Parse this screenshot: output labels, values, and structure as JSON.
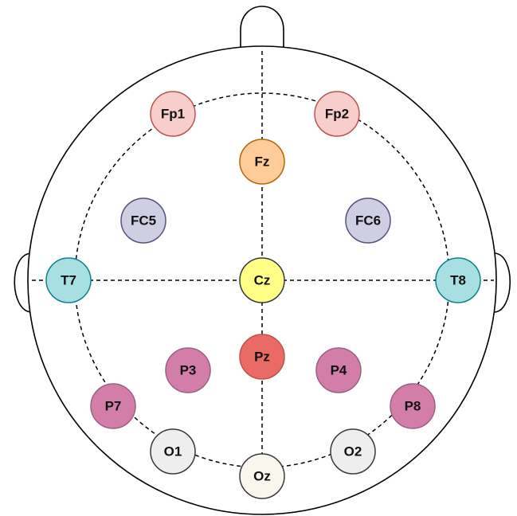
{
  "electrodes": [
    {
      "id": "fp1",
      "label": "Fp1",
      "fill": "#f8cecc",
      "stroke": "#b85450"
    },
    {
      "id": "fp2",
      "label": "Fp2",
      "fill": "#f8cecc",
      "stroke": "#b85450"
    },
    {
      "id": "fz",
      "label": "Fz",
      "fill": "#ffcc99",
      "stroke": "#b46504"
    },
    {
      "id": "fc5",
      "label": "FC5",
      "fill": "#d0cee2",
      "stroke": "#56517e"
    },
    {
      "id": "fc6",
      "label": "FC6",
      "fill": "#d0cee2",
      "stroke": "#56517e"
    },
    {
      "id": "t7",
      "label": "T7",
      "fill": "#a8dfe2",
      "stroke": "#0e8088"
    },
    {
      "id": "cz",
      "label": "Cz",
      "fill": "#ffff88",
      "stroke": "#36393d"
    },
    {
      "id": "t8",
      "label": "T8",
      "fill": "#a8dfe2",
      "stroke": "#0e8088"
    },
    {
      "id": "pz",
      "label": "Pz",
      "fill": "#ea6b66",
      "stroke": "#b85450"
    },
    {
      "id": "p3",
      "label": "P3",
      "fill": "#d37ea8",
      "stroke": "#996185"
    },
    {
      "id": "p4",
      "label": "P4",
      "fill": "#d37ea8",
      "stroke": "#996185"
    },
    {
      "id": "p7",
      "label": "P7",
      "fill": "#d37ea8",
      "stroke": "#996185"
    },
    {
      "id": "p8",
      "label": "P8",
      "fill": "#d37ea8",
      "stroke": "#996185"
    },
    {
      "id": "o1",
      "label": "O1",
      "fill": "#eeeeee",
      "stroke": "#36393d"
    },
    {
      "id": "o2",
      "label": "O2",
      "fill": "#eeeeee",
      "stroke": "#36393d"
    },
    {
      "id": "oz",
      "label": "Oz",
      "fill": "#f9f7ed",
      "stroke": "#36393d"
    }
  ]
}
